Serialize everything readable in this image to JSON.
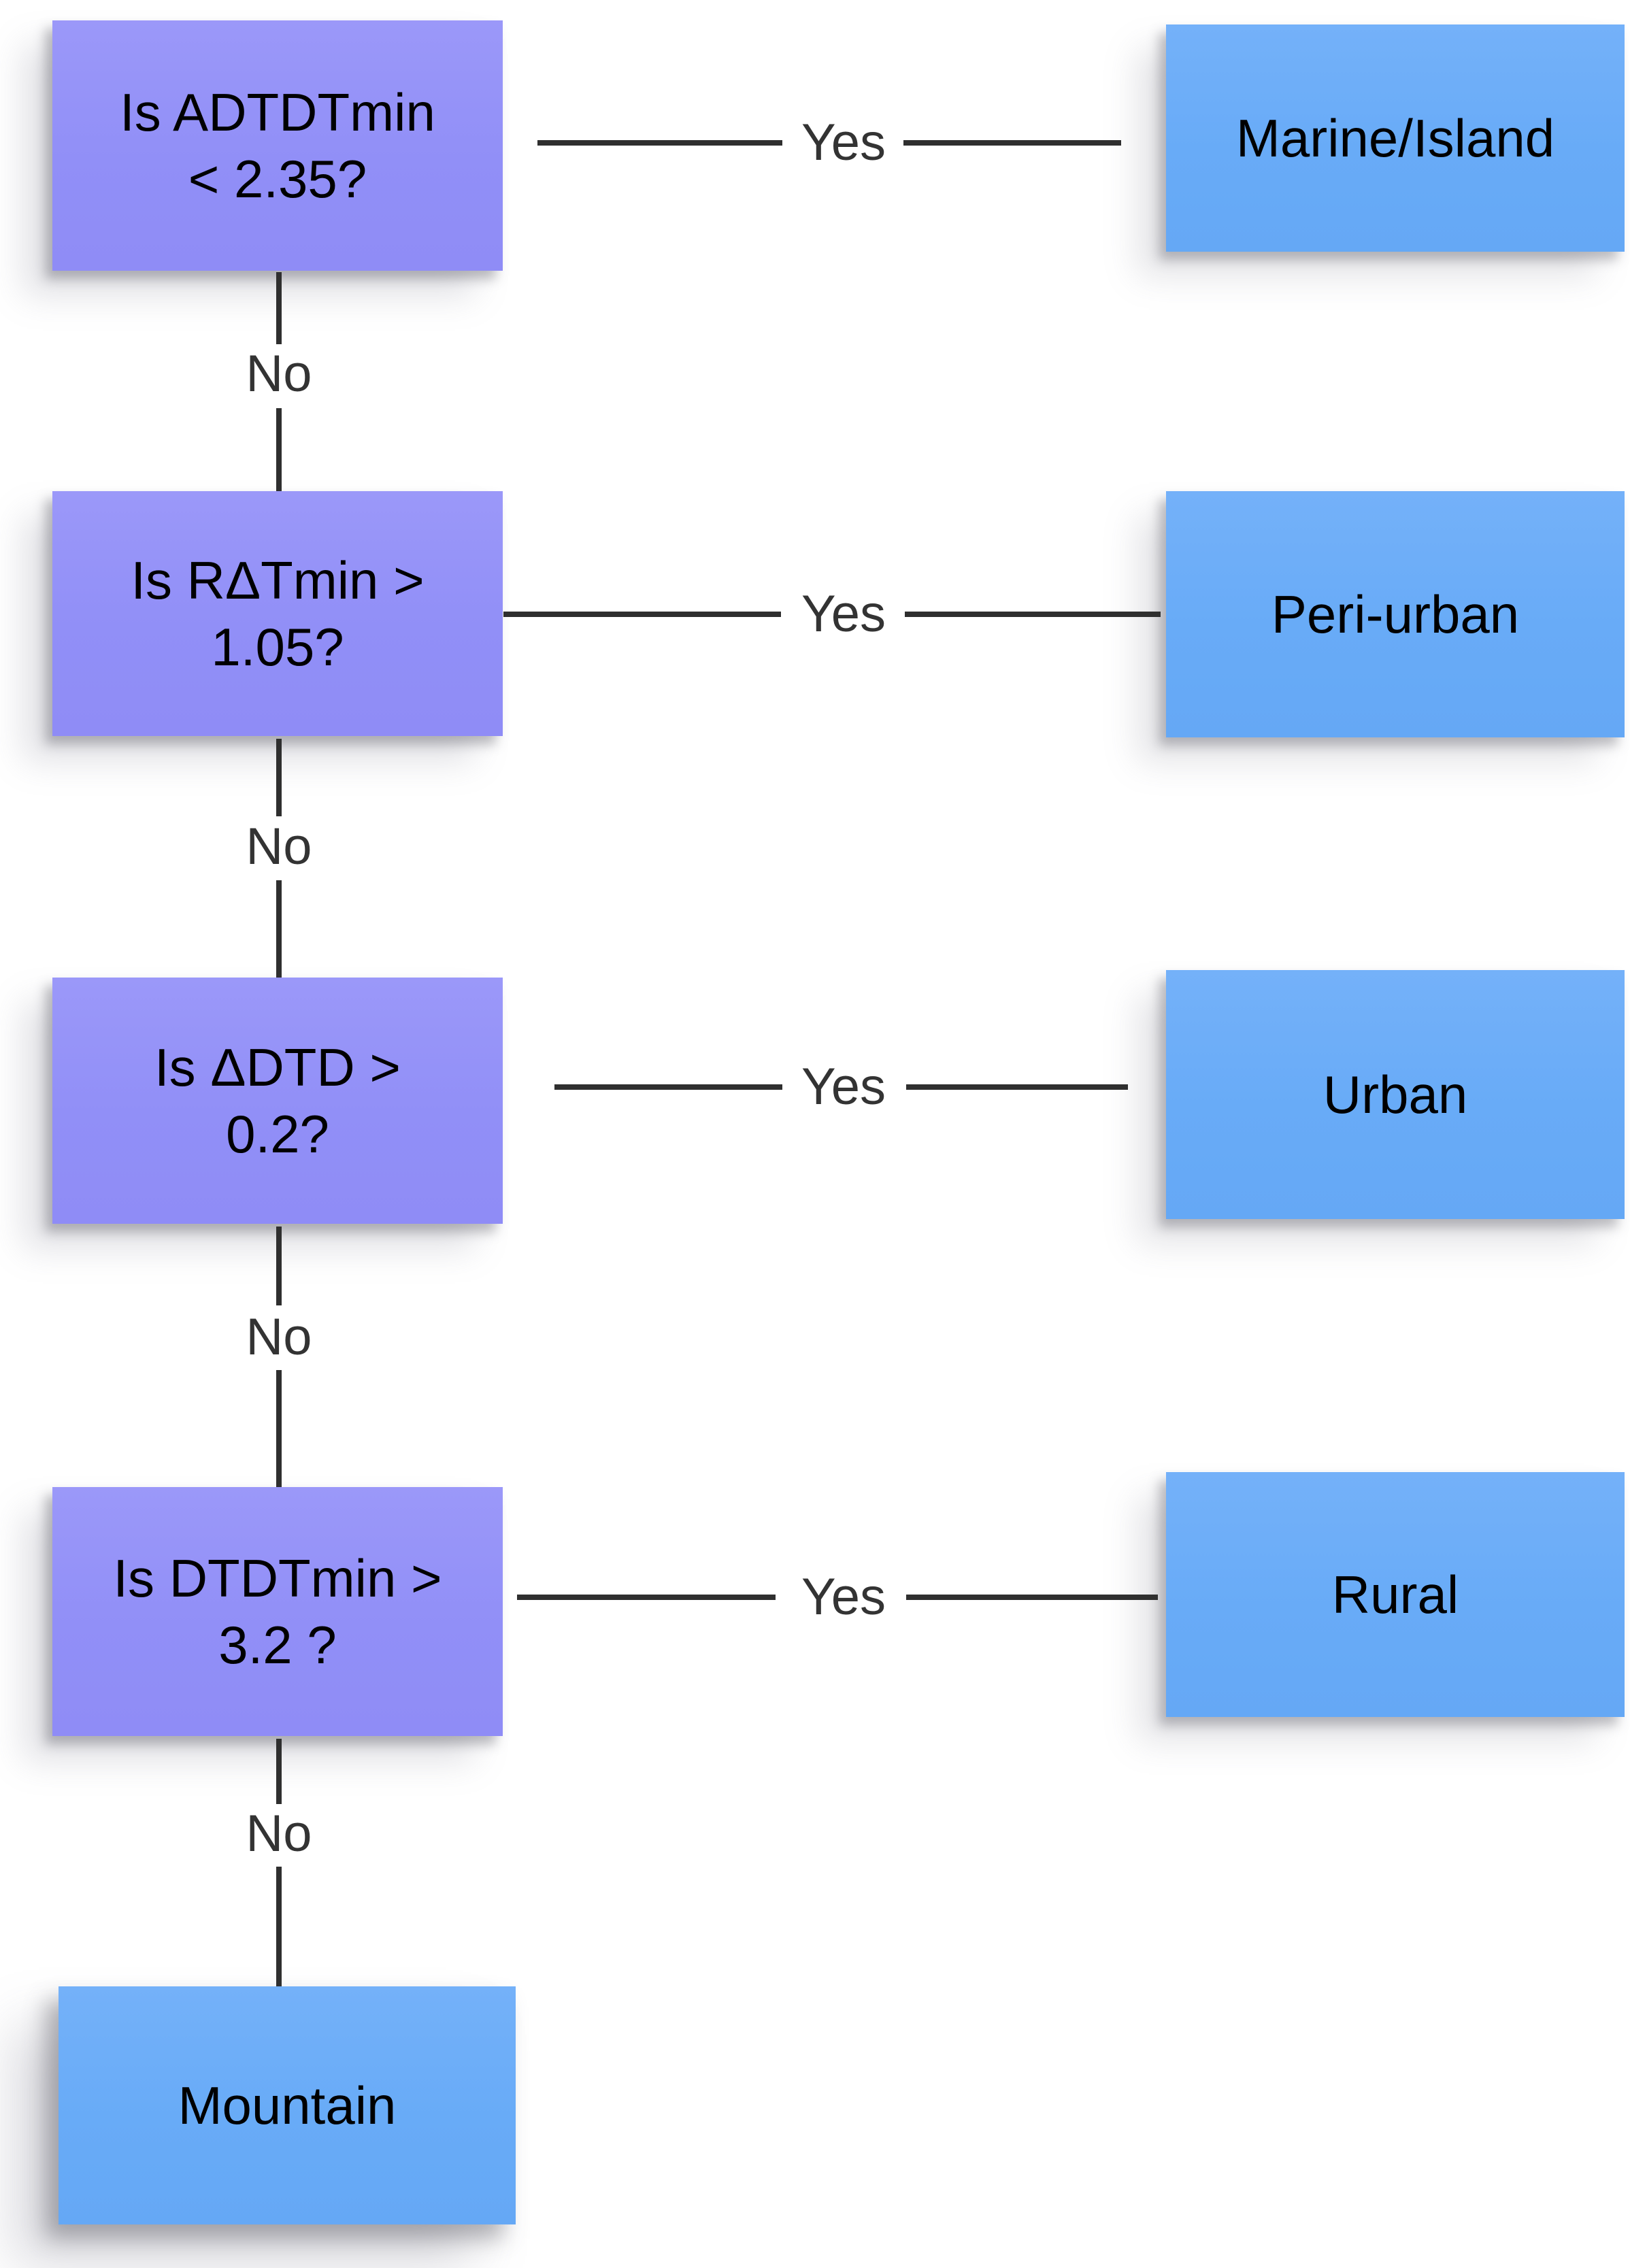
{
  "flowchart": {
    "type": "decision-tree",
    "questions": [
      {
        "line1": "Is ADTDTmin",
        "line2": "< 2.35?",
        "yes_result": "Marine/Island"
      },
      {
        "line1": "Is RΔTmin >",
        "line2": "1.05?",
        "yes_result": "Peri-urban"
      },
      {
        "line1": "Is ΔDTD >",
        "line2": "0.2?",
        "yes_result": "Urban"
      },
      {
        "line1": "Is DTDTmin >",
        "line2": "3.2 ?",
        "yes_result": "Rural"
      }
    ],
    "results": {
      "yes": [
        "Marine/Island",
        "Peri-urban",
        "Urban",
        "Rural"
      ],
      "final_no": "Mountain"
    },
    "labels": {
      "yes": "Yes",
      "no": "No"
    },
    "colors": {
      "question_fill": "#918ff7",
      "result_fill": "#68abf7",
      "connector": "#2f2f2f",
      "node_text": "#000000",
      "edge_label_text": "#333333",
      "background": "#ffffff"
    }
  }
}
